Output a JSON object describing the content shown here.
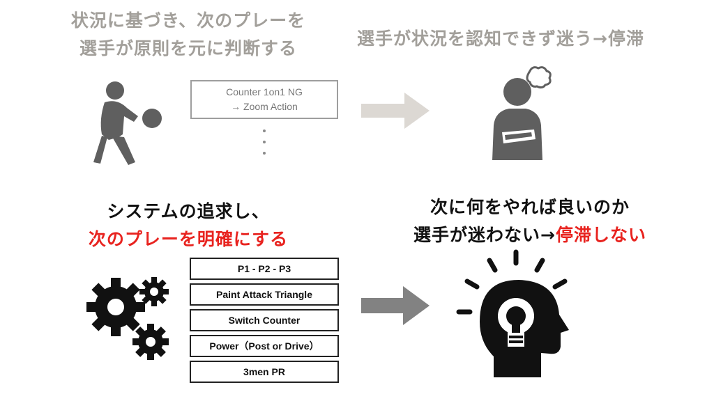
{
  "top_left": {
    "line1": "状況に基づき、次のプレーを",
    "line2": "選手が原則を元に判断する"
  },
  "top_box": {
    "line1": "Counter 1on1 NG",
    "line2": "→ Zoom Action"
  },
  "top_right": {
    "text": "選手が状況を認知できず迷う→停滞"
  },
  "bottom_left": {
    "line1": "システムの追求し、",
    "line2": "次のプレーを明確にする"
  },
  "bottom_boxes": [
    "P1 - P2 - P3",
    "Paint Attack Triangle",
    "Switch Counter",
    "Power（Post or Drive）",
    "3men PR"
  ],
  "bottom_right": {
    "line1": "次に何をやれば良いのか",
    "line2_black": "選手が迷わない→",
    "line2_red": "停滞しない"
  },
  "icons": {
    "player": "basketball-player-icon",
    "confused": "confused-person-icon",
    "gears": "gears-icon",
    "idea": "lightbulb-head-icon",
    "arrow_top": "arrow-right-icon",
    "arrow_bottom": "arrow-right-icon"
  },
  "colors": {
    "gray_text": "#a29f9a",
    "red_text": "#e8231f",
    "icon_gray": "#5f5f5f",
    "arrow_light": "#dcd8d3",
    "arrow_dark": "#828282"
  }
}
